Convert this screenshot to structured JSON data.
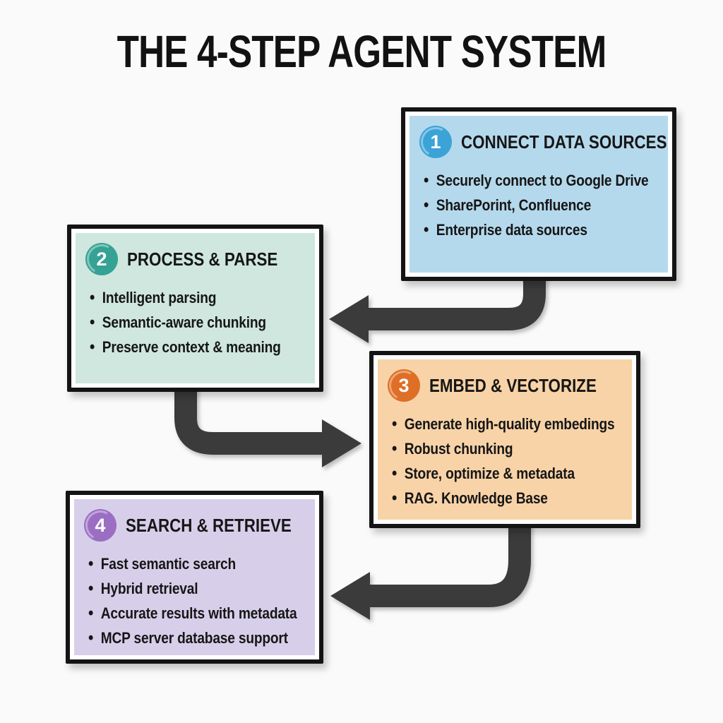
{
  "title": "THE 4-STEP AGENT SYSTEM",
  "bullet_glyph": "•",
  "colors": {
    "background": "#fafafa",
    "border": "#141414",
    "arrow": "#3b3b3b",
    "title_text": "#121212"
  },
  "steps": [
    {
      "number": "1",
      "title": "CONNECT DATA SOURCES",
      "fill": "#b5d9ec",
      "badge": "#3ca3d7",
      "bullets": [
        "Securely connect to Google Drive",
        "SharePorint, Confluence",
        "Enterprise data sources"
      ]
    },
    {
      "number": "2",
      "title": "PROCESS & PARSE",
      "fill": "#cfe7df",
      "badge": "#35a294",
      "bullets": [
        "Intelligent parsing",
        "Semantic-aware chunking",
        "Preserve context & meaning"
      ]
    },
    {
      "number": "3",
      "title": "EMBED & VECTORIZE",
      "fill": "#f8d3a7",
      "badge": "#df6e26",
      "bullets": [
        "Generate high-quality embedings",
        "Robust chunking",
        "Store, optimize & metadata",
        "RAG. Knowledge Base"
      ]
    },
    {
      "number": "4",
      "title": "SEARCH & RETRIEVE",
      "fill": "#d7cfea",
      "badge": "#9b6ec3",
      "bullets": [
        "Fast semantic search",
        "Hybrid retrieval",
        "Accurate results with metadata",
        "MCP server database support"
      ]
    }
  ],
  "flow": [
    {
      "from": "1",
      "to": "2"
    },
    {
      "from": "2",
      "to": "3"
    },
    {
      "from": "3",
      "to": "4"
    }
  ]
}
